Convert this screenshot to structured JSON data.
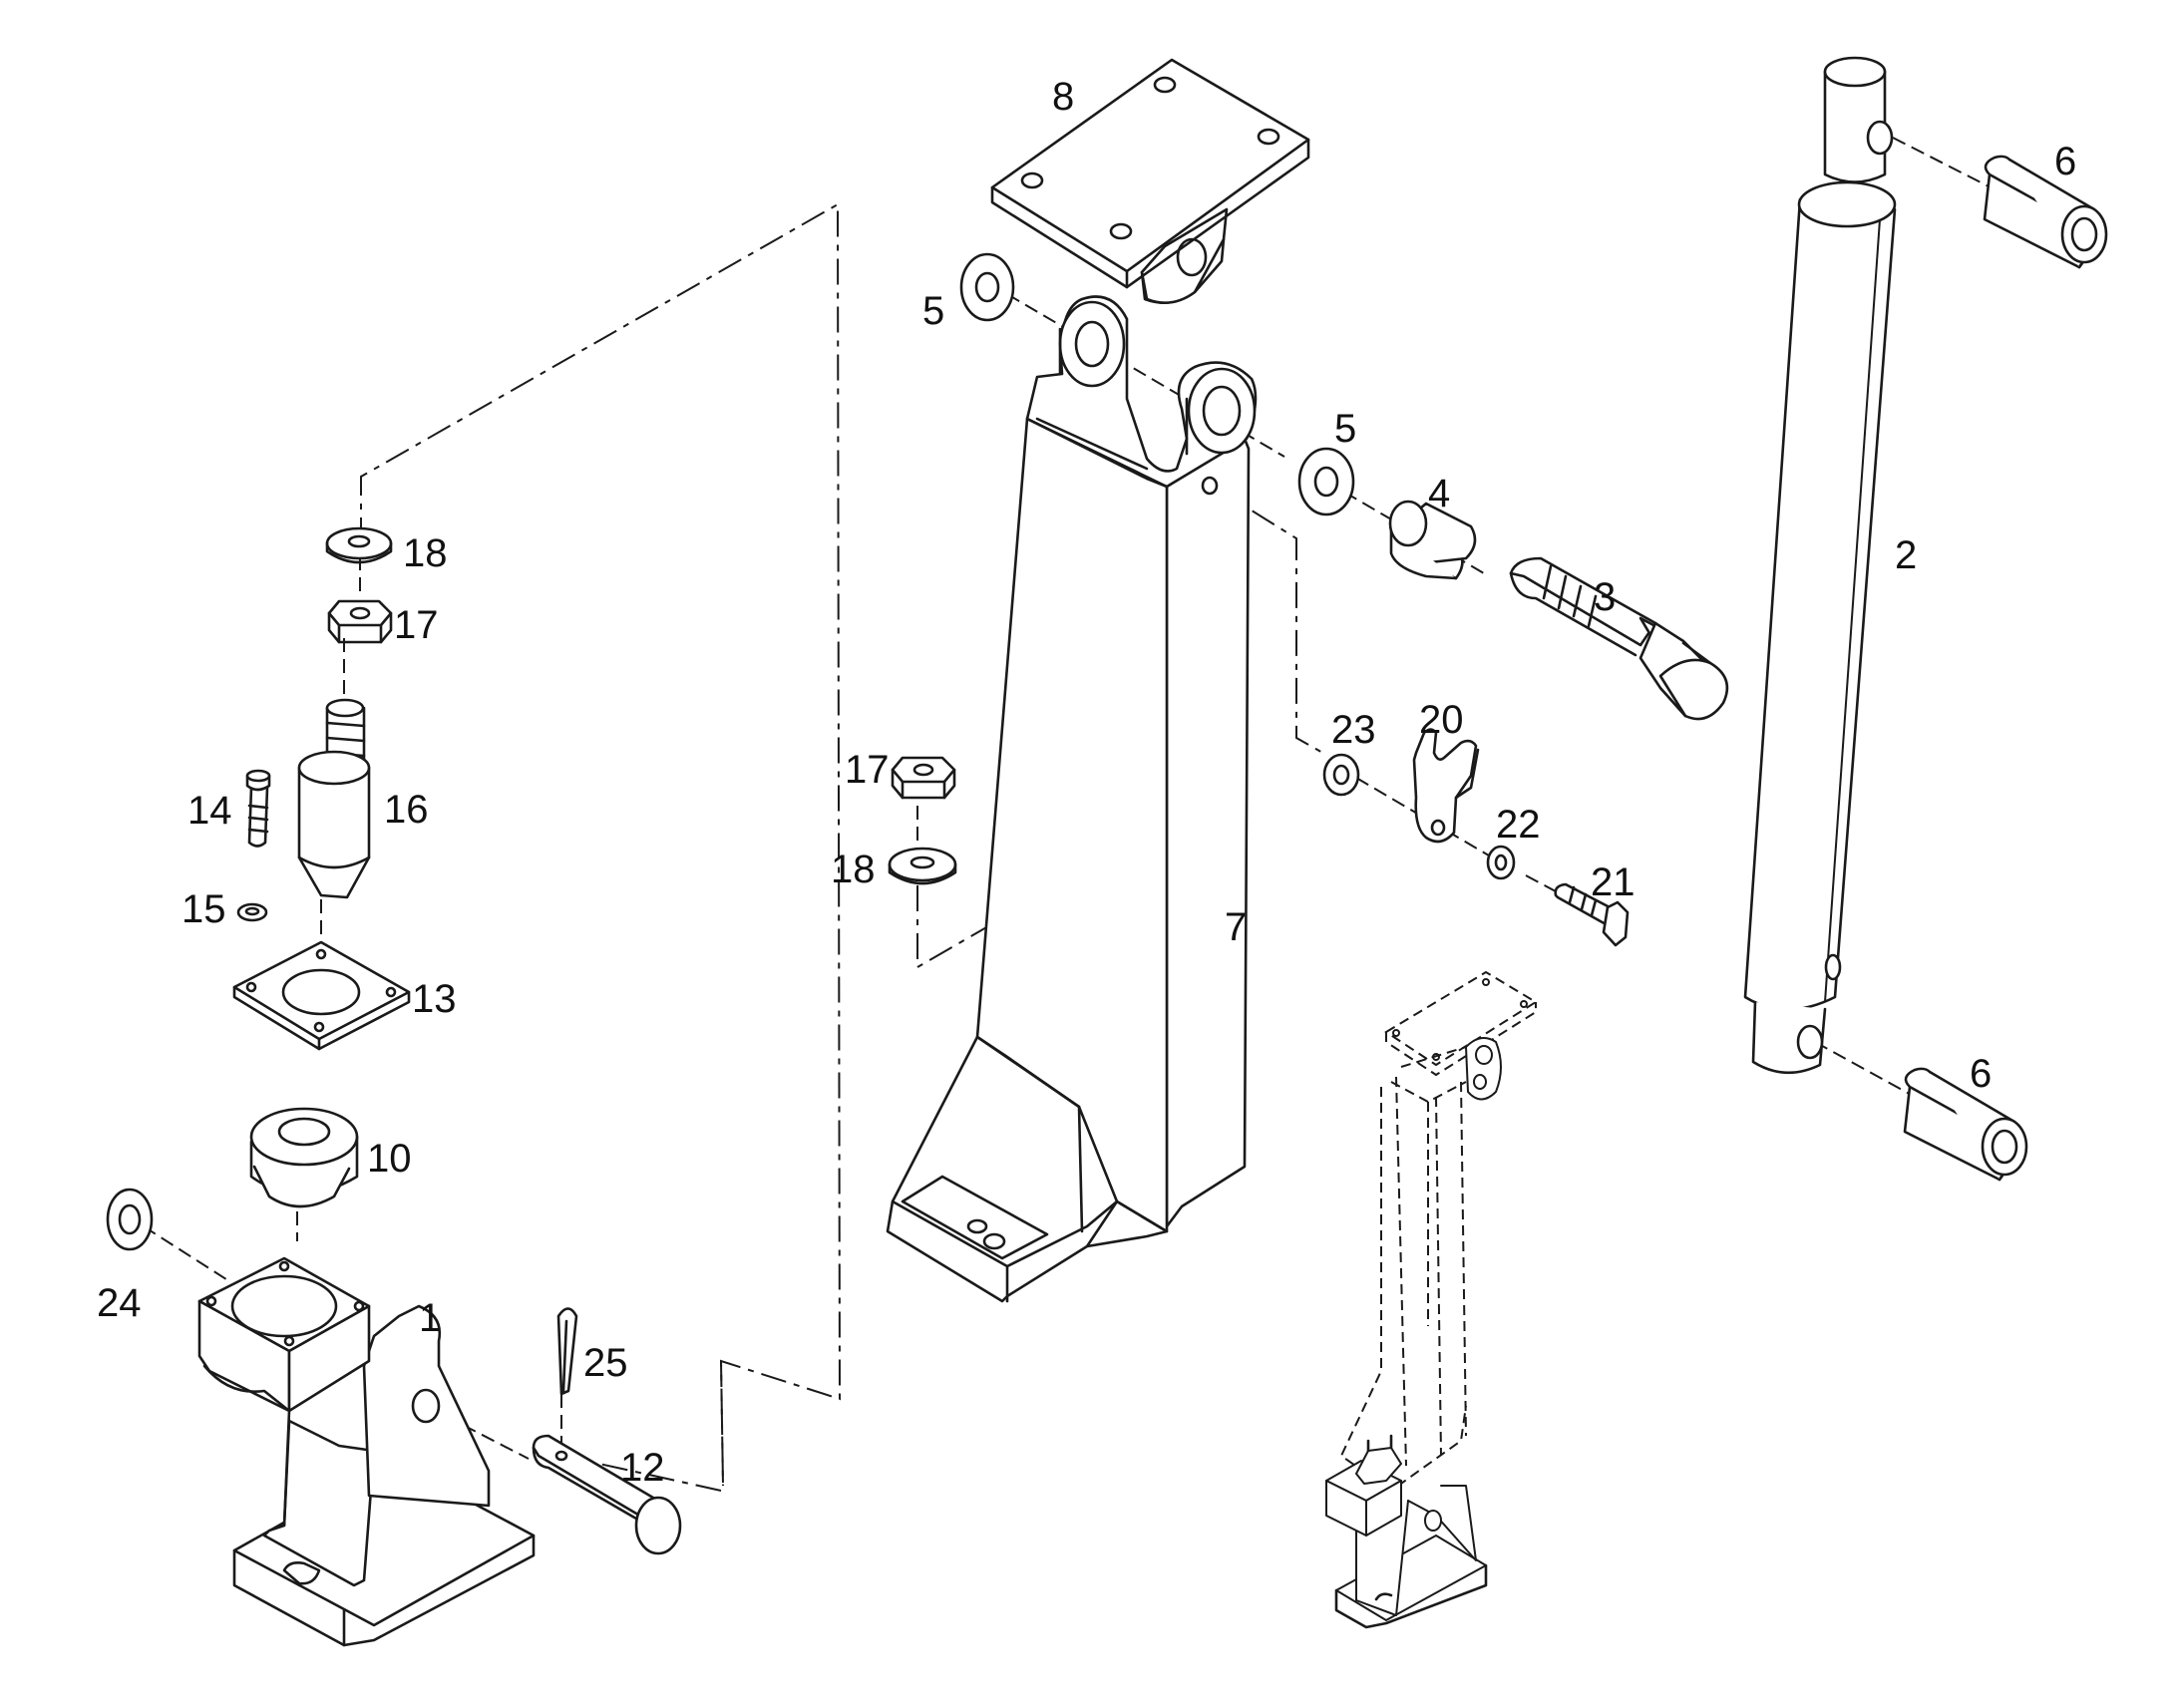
{
  "callouts": {
    "p1": "1",
    "p2": "2",
    "p3": "3",
    "p4": "4",
    "p5a": "5",
    "p5b": "5",
    "p6a": "6",
    "p6b": "6",
    "p7": "7",
    "p8": "8",
    "p10": "10",
    "p12": "12",
    "p13": "13",
    "p14": "14",
    "p15": "15",
    "p16": "16",
    "p17a": "17",
    "p17b": "17",
    "p18a": "18",
    "p18b": "18",
    "p20": "20",
    "p21": "21",
    "p22": "22",
    "p23": "23",
    "p24": "24",
    "p25": "25"
  },
  "colors": {
    "ink": "#1a1a1a",
    "background": "#ffffff"
  }
}
